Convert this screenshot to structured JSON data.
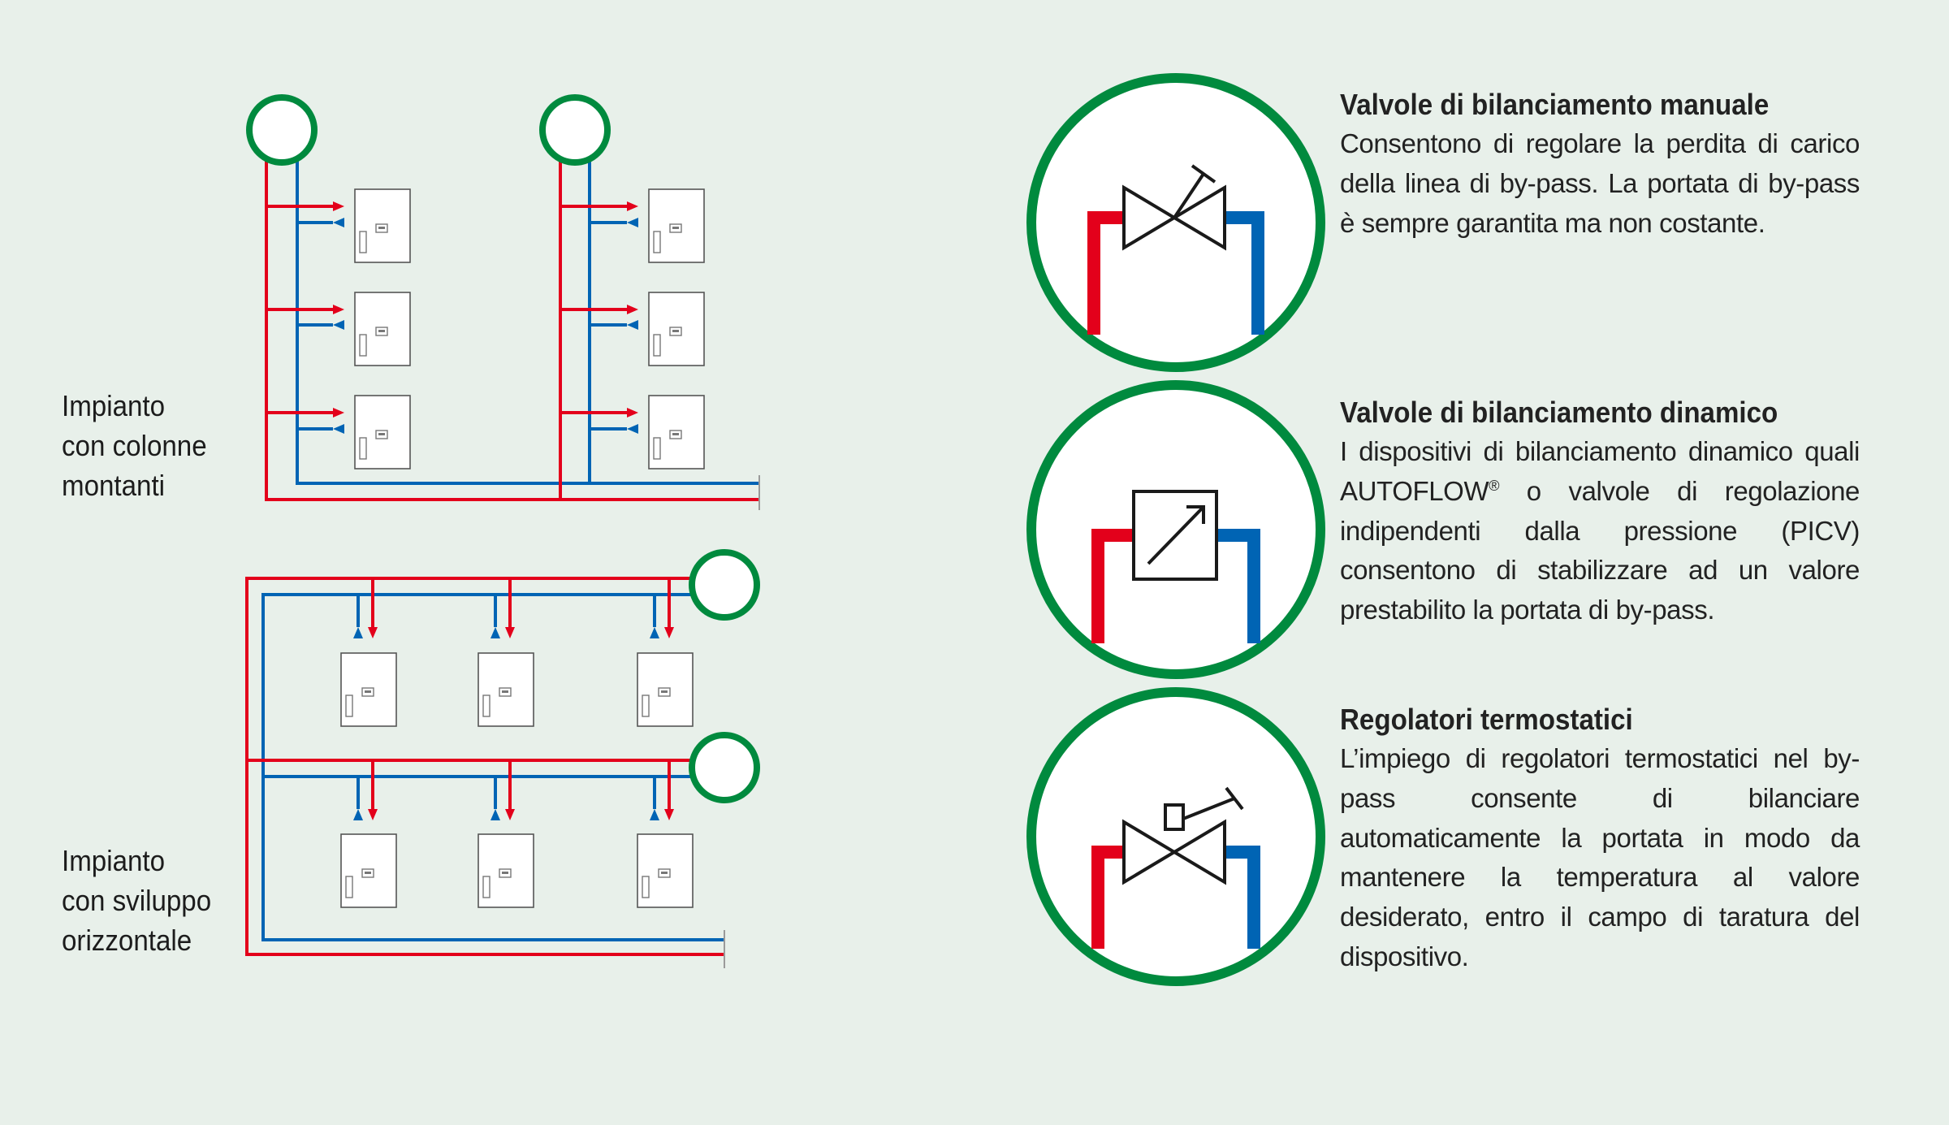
{
  "labels": {
    "vertical": [
      "Impianto",
      "con colonne",
      "montanti"
    ],
    "horizontal": [
      "Impianto",
      "con sviluppo",
      "orizzontale"
    ]
  },
  "colors": {
    "background": "#e8f0ea",
    "hot_pipe": "#e3001b",
    "cold_pipe": "#0064b4",
    "circle_ring": "#008a3e",
    "symbol": "#1a1a1a"
  },
  "sections": [
    {
      "icon": "manual-balancing-valve-icon",
      "title": "Valvole di bilanciamento manuale",
      "text": "Consentono di regolare la perdita di carico della linea di by-pass. La portata di by-pass è sempre garantita ma non costante."
    },
    {
      "icon": "dynamic-balancing-valve-icon",
      "title": "Valvole di bilanciamento dinamico",
      "text_before": "I dispositivi di bilanciamento dinamico quali AUTOFLOW",
      "sup": "®",
      "text_after": " o valvole di regolazione indipendenti dalla pressione (PICV) consentono di stabilizzare ad un valore prestabilito la portata di by-pass."
    },
    {
      "icon": "thermostatic-regulator-icon",
      "title": "Regolatori termostatici",
      "text": "L’impiego di regolatori termostatici nel by-pass consente di bilanciare automaticamente la portata in modo da mantenere la temperatura al valore desiderato, entro il campo di taratura del dispositivo."
    }
  ]
}
